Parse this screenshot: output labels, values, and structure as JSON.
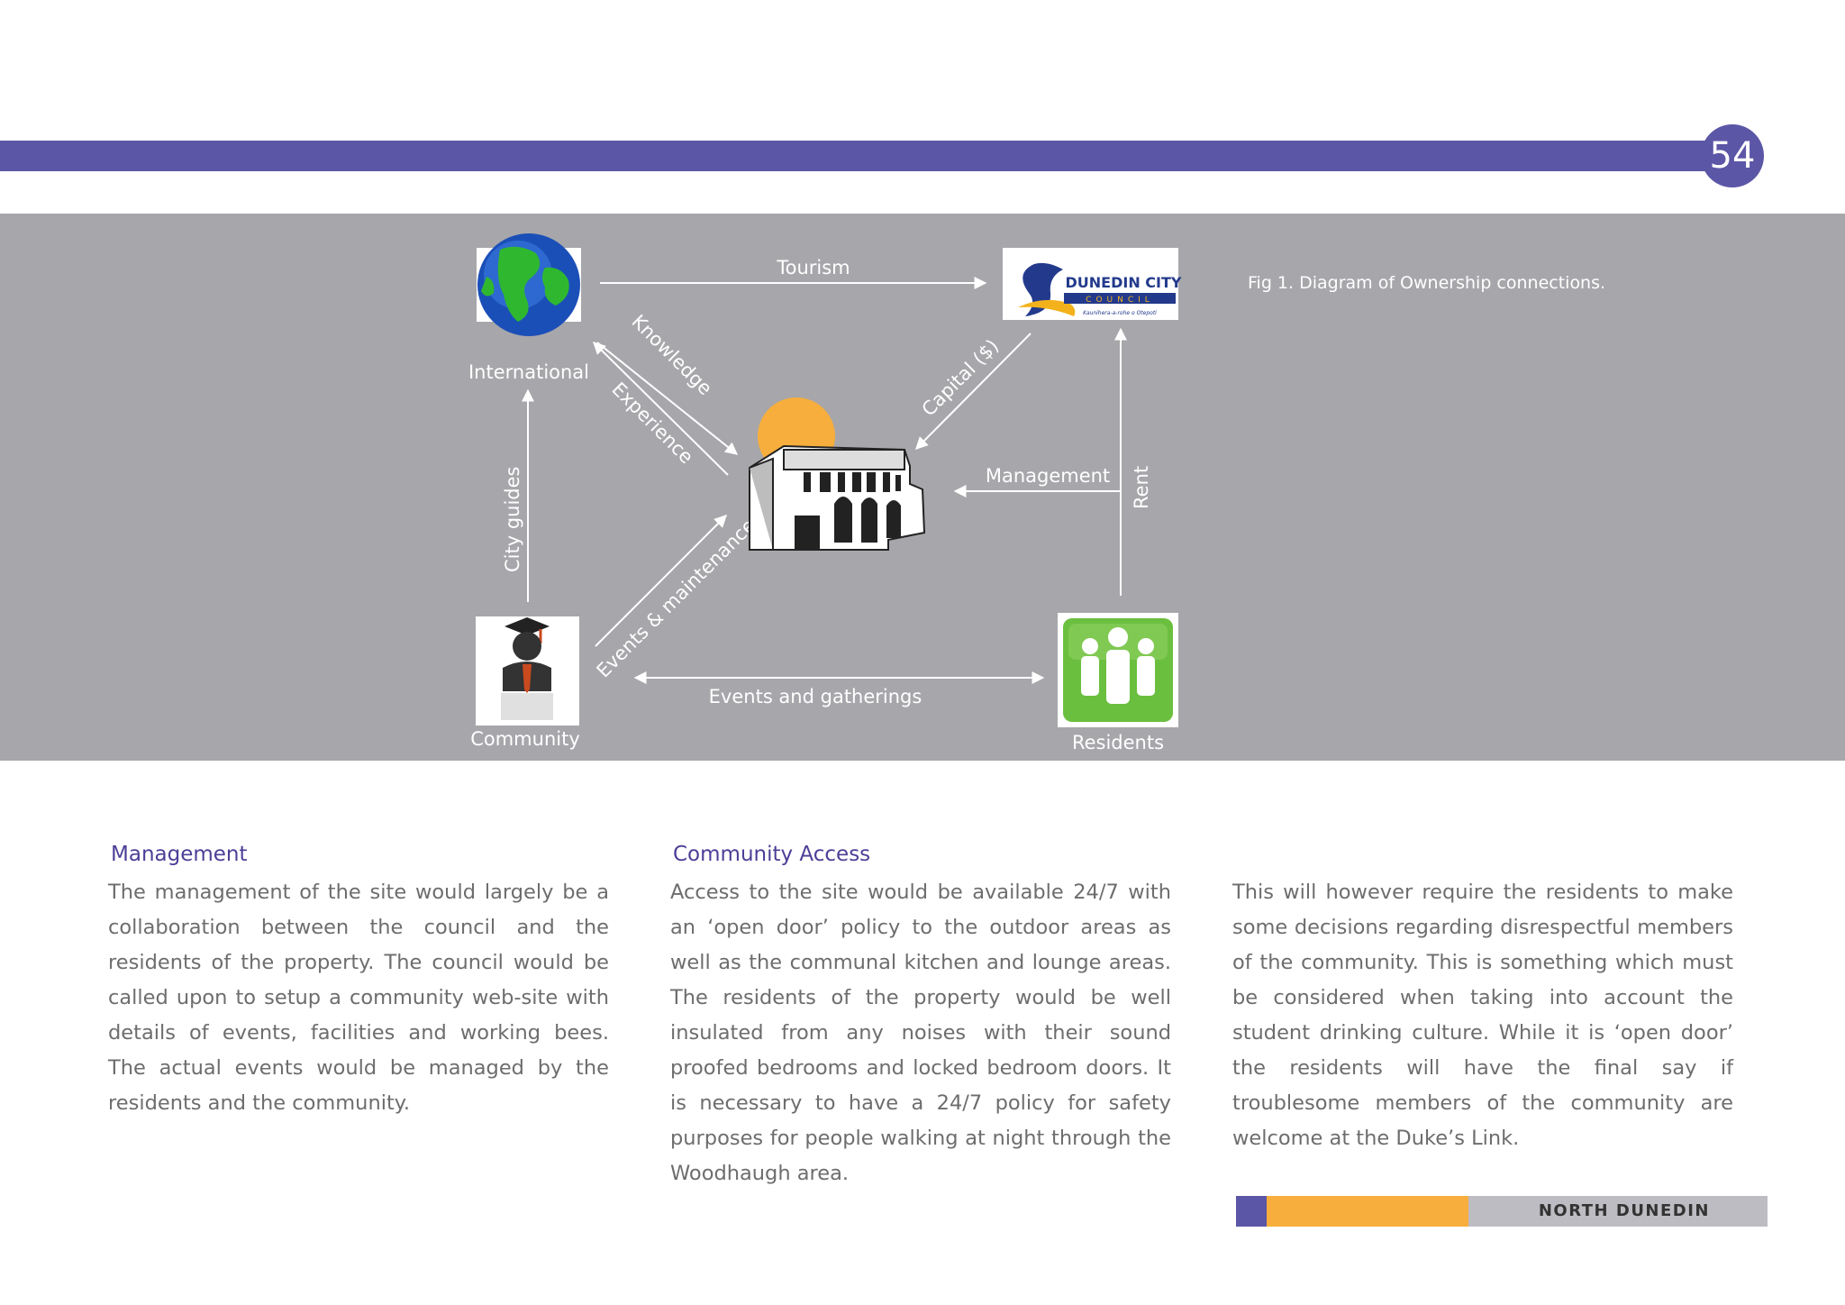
{
  "page_number": "54",
  "figure": {
    "caption": "Fig 1. Diagram of Ownership connections.",
    "nodes": {
      "international": "International",
      "community": "Community",
      "residents": "Residents",
      "council_logo": {
        "name": "DUNEDIN CITY",
        "sub": "COUNCIL",
        "tagline": "Kaunihera-a-rohe o Otepoti"
      }
    },
    "edges": {
      "tourism": "Tourism",
      "knowledge": "Knowledge",
      "experience": "Experience",
      "capital": "Capital ($)",
      "management": "Management",
      "rent": "Rent",
      "city_guides": "City guides",
      "events_maintenance": "Events & maintenance",
      "events_gatherings": "Events and gatherings"
    }
  },
  "columns": [
    {
      "heading": "Management",
      "body": "The management of the site would largely be a collaboration between the council and the residents of the property. The council would be called upon to setup a community web-site with details of events, facilities and working bees. The actual events would be managed by the residents and the community."
    },
    {
      "heading": "Community Access",
      "body": "Access to the site would be available 24/7 with an ‘open door’ policy to the outdoor areas as well as the communal kitchen and lounge areas. The residents of the property would be well insulated from any noises with their sound proofed bedrooms and locked bedroom doors. It is necessary to have a 24/7 policy for safety purposes for people walking at night through the Woodhaugh area."
    },
    {
      "heading": "",
      "body": "This will however require the residents to make some decisions regarding disrespectful members of the community. This is something which must be considered when taking into account the student drinking culture. While it is ‘open door’ the residents will have the final say if troublesome members of the community are welcome at the Duke’s Link."
    }
  ],
  "footer": {
    "label": "NORTH DUNEDIN"
  },
  "colors": {
    "brand_purple": "#5b56a6",
    "accent_orange": "#f7ae3c",
    "panel_grey": "#a7a6aa"
  }
}
